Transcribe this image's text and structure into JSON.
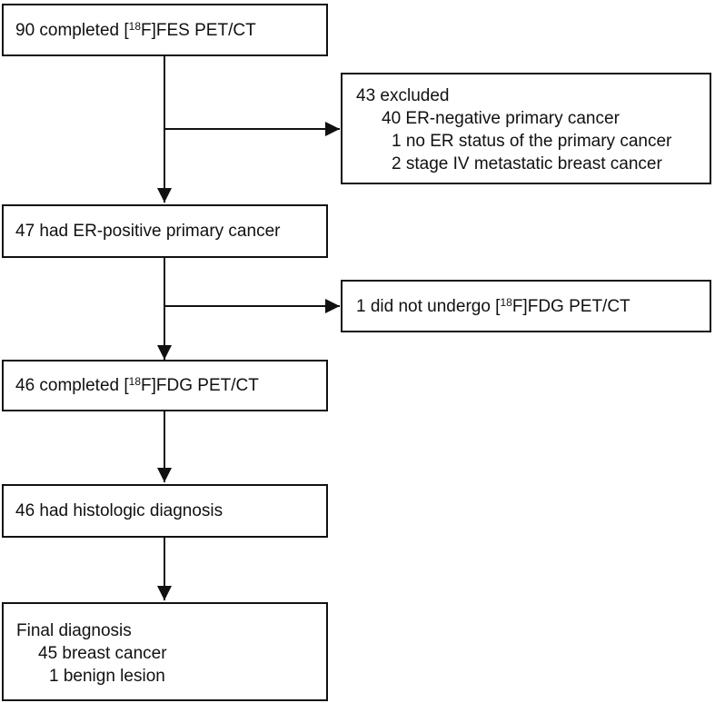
{
  "boxes": {
    "fes_completed": {
      "pre": "90 completed [",
      "sup": "18",
      "post": "F]FES PET/CT"
    },
    "excluded": {
      "title": "43 excluded",
      "items": [
        "40 ER-negative primary cancer",
        "1 no ER status of the primary cancer",
        "2 stage IV metastatic breast cancer"
      ]
    },
    "er_positive": {
      "text": "47 had ER-positive primary cancer"
    },
    "no_fdg": {
      "pre": "1 did not undergo [",
      "sup": "18",
      "post": "F]FDG PET/CT"
    },
    "fdg_completed": {
      "pre": "46 completed [",
      "sup": "18",
      "post": "F]FDG PET/CT"
    },
    "histologic": {
      "text": "46 had histologic diagnosis"
    },
    "final": {
      "title": "Final diagnosis",
      "items": [
        "45 breast cancer",
        "1 benign lesion"
      ]
    }
  },
  "colors": {
    "stroke": "#111111",
    "background": "#ffffff"
  }
}
